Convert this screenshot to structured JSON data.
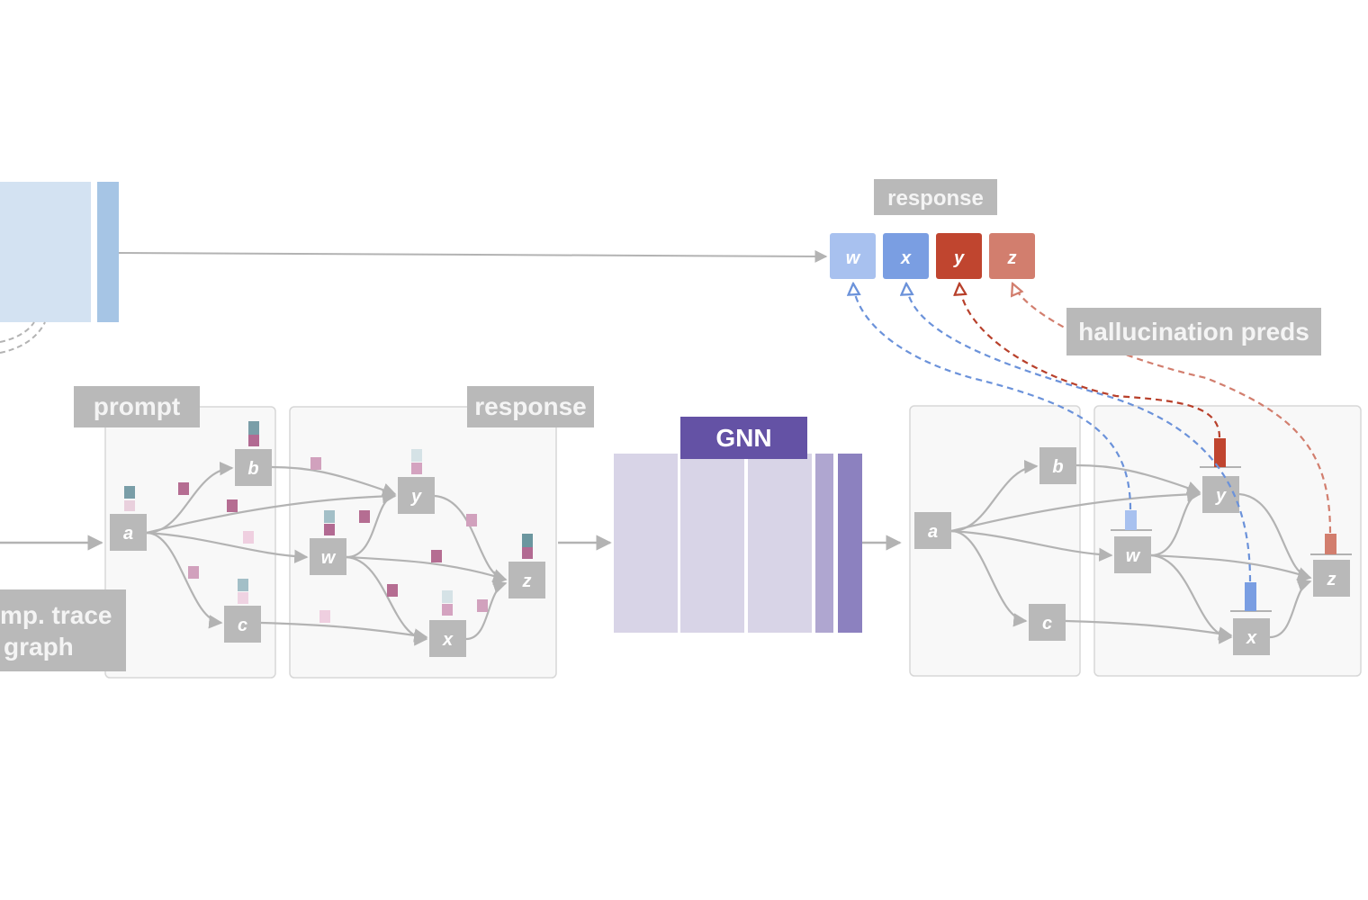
{
  "labels": {
    "response_top": "response",
    "hallucination": "hallucination preds",
    "prompt": "prompt",
    "response_graph": "response",
    "gnn": "GNN",
    "trace_line1": "mp. trace",
    "trace_line2": "graph"
  },
  "tokens": [
    {
      "letter": "w",
      "color": "#a8c1ef"
    },
    {
      "letter": "x",
      "color": "#7a9ee2"
    },
    {
      "letter": "y",
      "color": "#c0452f"
    },
    {
      "letter": "z",
      "color": "#d27e6e"
    }
  ],
  "nodes": {
    "a": "a",
    "b": "b",
    "c": "c",
    "w": "w",
    "x": "x",
    "y": "y",
    "z": "z"
  },
  "colors": {
    "gray_box": "#b9b9b9",
    "edge": "#b3b3b3",
    "panel_fill": "#f8f8f8",
    "panel_stroke": "#d7d7d7",
    "gnn_header": "#6452a5",
    "gnn_light": "#d8d4e7",
    "gnn_mid": "#afa6d0",
    "gnn_dark": "#8c81bf",
    "embed_light": "#d3e2f2",
    "embed_dark": "#a6c5e5"
  }
}
